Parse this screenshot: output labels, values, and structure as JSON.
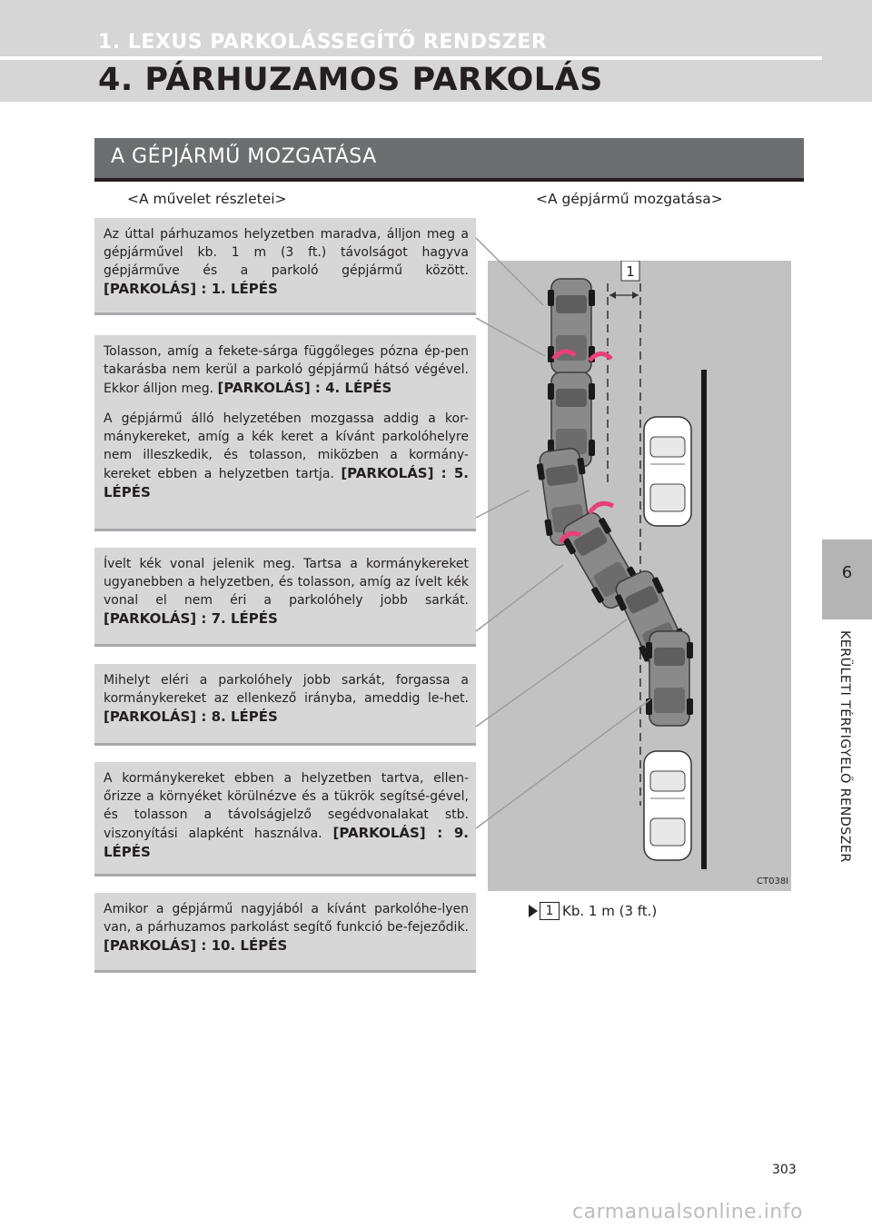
{
  "header": {
    "section": "1. LEXUS PARKOLÁSSEGÍTŐ RENDSZER",
    "title": "4. PÁRHUZAMOS PARKOLÁS"
  },
  "side_tab": {
    "number": "6",
    "label": "KERÜLETI TÉRFIGYELŐ RENDSZER"
  },
  "subsection": {
    "title": "A GÉPJÁRMŰ MOZGATÁSA"
  },
  "columns": {
    "left": "<A művelet részletei>",
    "right": "<A gépjármű mozgatása>"
  },
  "steps": [
    {
      "text": "Az úttal párhuzamos helyzetben maradva, álljon meg a gépjárművel kb. 1 m (3 ft.) távolságot hagyva gépjárműve és a parkoló gépjármű között.",
      "ref": "[PARKOLÁS] : 1. LÉPÉS"
    },
    {
      "text": "Tolasson, amíg a fekete-sárga függőleges pózna ép-pen takarásba nem kerül a parkoló gépjármű hátsó végével. Ekkor álljon meg.",
      "ref": "[PARKOLÁS] : 4. LÉPÉS",
      "text2": "A gépjármű álló helyzetében mozgassa addig a kor-mánykereket, amíg a kék keret a kívánt parkolóhelyre nem illeszkedik, és tolasson, miközben a kormány-kereket ebben a helyzetben tartja.",
      "ref2": "[PARKOLÁS] : 5. LÉPÉS"
    },
    {
      "text": "Ívelt kék vonal jelenik meg. Tartsa a kormánykereket ugyanebben a helyzetben, és tolasson, amíg az ívelt kék vonal el nem éri a parkolóhely jobb sarkát.",
      "ref": "[PARKOLÁS] : 7. LÉPÉS"
    },
    {
      "text": "Mihelyt eléri a parkolóhely jobb sarkát, forgassa a kormánykereket az ellenkező irányba, ameddig le-het.",
      "ref": "[PARKOLÁS] : 8. LÉPÉS"
    },
    {
      "text": "A kormánykereket ebben a helyzetben tartva, ellen-őrizze a környéket körülnézve és a tükrök segítsé-gével, és tolasson a távolságjelző segédvonalakat stb. viszonyítási alapként használva.",
      "ref": "[PARKOLÁS] : 9. LÉPÉS"
    },
    {
      "text": "Amikor a gépjármű nagyjából a kívánt parkolóhe-lyen van, a párhuzamos parkolást segítő funkció be-fejeződik.",
      "ref": "[PARKOLÁS] : 10. LÉPÉS"
    }
  ],
  "illustration": {
    "callout": "1",
    "code": "CT038I"
  },
  "note": {
    "box": "1",
    "text": "Kb. 1 m (3 ft.)"
  },
  "page_number": "303",
  "watermark": "carmanualsonline.info",
  "colors": {
    "header_band": "#d6d6d6",
    "subsection_bar": "#6d6e71",
    "step_box": "#d7d7d7",
    "illustration_bg": "#c2c2c2",
    "turn_arrow": "#e8417a"
  }
}
